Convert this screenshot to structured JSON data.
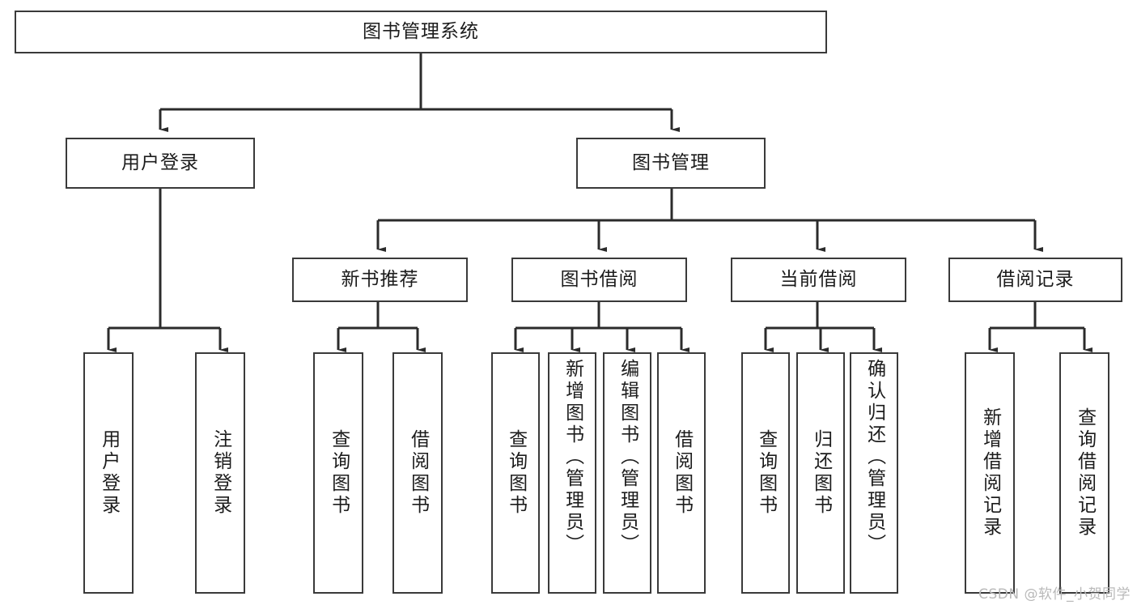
{
  "diagram": {
    "title": "图书管理系统",
    "type": "tree-hierarchy",
    "root": {
      "label": "图书管理系统"
    },
    "level2": [
      {
        "label": "用户登录"
      },
      {
        "label": "图书管理"
      }
    ],
    "level3": [
      {
        "label": "新书推荐"
      },
      {
        "label": "图书借阅"
      },
      {
        "label": "当前借阅"
      },
      {
        "label": "借阅记录"
      }
    ],
    "leaves": {
      "user_login": [
        {
          "label": "用户登录"
        },
        {
          "label": "注销登录"
        }
      ],
      "new_book_recommend": [
        {
          "label": "查询图书"
        },
        {
          "label": "借阅图书"
        }
      ],
      "book_borrow": [
        {
          "label": "查询图书"
        },
        {
          "label": "新增图书（管理员）"
        },
        {
          "label": "编辑图书（管理员）"
        },
        {
          "label": "借阅图书"
        }
      ],
      "current_borrow": [
        {
          "label": "查询图书"
        },
        {
          "label": "归还图书"
        },
        {
          "label": "确认归还（管理员）"
        }
      ],
      "borrow_record": [
        {
          "label": "新增借阅记录"
        },
        {
          "label": "查询借阅记录"
        }
      ]
    }
  },
  "watermark": {
    "text": "CSDN @软件_小贺同学"
  },
  "colors": {
    "box_border": "#3a3a3a",
    "connector": "#2b2b2b",
    "text": "#1c1c1c",
    "background": "#ffffff",
    "watermark": "#b9b9b9"
  }
}
